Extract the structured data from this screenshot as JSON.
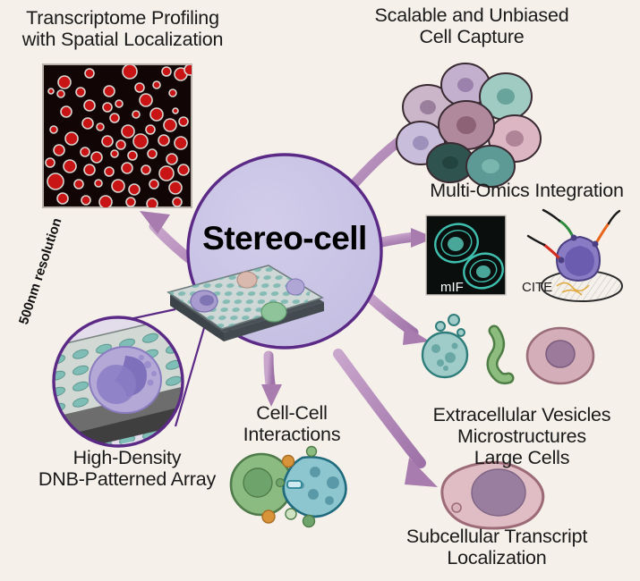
{
  "figure": {
    "title": "Stereo-cell",
    "background_color": "#f5f0ea",
    "accent_color": "#5b2a86",
    "circle_fill": "#c9c4e4",
    "arrow_color": "#b38cb8"
  },
  "center": {
    "hub_label": "Stereo-cell",
    "chip_name": "dnb-patterned-chip"
  },
  "panels": {
    "transcriptome": {
      "label": "Transcriptome Profiling\nwith Spatial Localization",
      "image_name": "segmented-nuclei-micrograph",
      "image_background": "#120505",
      "nuclei_color": "#cc1111",
      "outline_color": "#d8d4d0"
    },
    "cell_capture": {
      "label": "Scalable and Unbiased\nCell Capture",
      "image_name": "cell-cluster-illustration"
    },
    "multi_omics": {
      "label": "Multi-Omics Integration",
      "mif_label": "mIF",
      "cite_label": "CITE",
      "mif_background": "#0a0f0e",
      "mif_stain_color": "#3fbfae"
    },
    "extracellular": {
      "label": "Extracellular Vesicles\nMicrostructures\nLarge Cells",
      "image_name": "vesicles-microstructure-largecell"
    },
    "subcellular": {
      "label": "Subcellular Transcript\nLocalization",
      "image_name": "large-pink-cell"
    },
    "cell_cell": {
      "label": "Cell-Cell\nInteractions",
      "image_name": "two-interacting-cells"
    },
    "dnb_array": {
      "label": "High-Density\nDNB-Patterned Array",
      "callout_label": "500nm resolution",
      "image_name": "magnified-dnb-array"
    }
  }
}
